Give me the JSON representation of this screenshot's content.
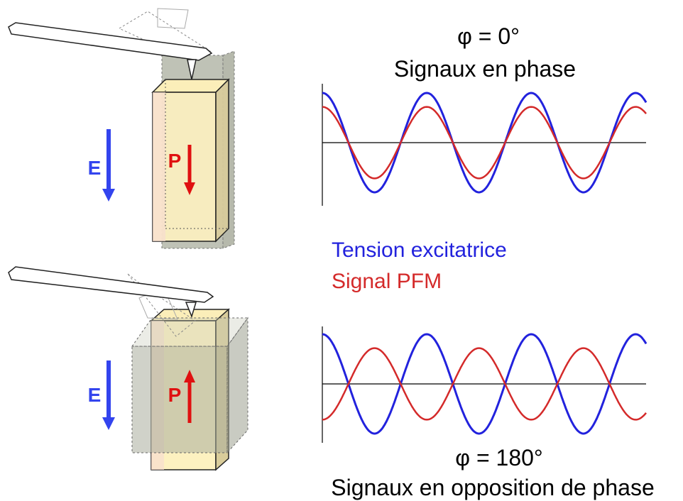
{
  "top_panel": {
    "phase_label": "φ = 0°",
    "caption": "Signaux en phase",
    "field_label": "E",
    "polarization_label": "P",
    "polarization_direction": "down"
  },
  "bottom_panel": {
    "phase_label": "φ = 180°",
    "caption": "Signaux en opposition de phase",
    "field_label": "E",
    "polarization_label": "P",
    "polarization_direction": "up"
  },
  "legend": {
    "excitation": "Tension excitatrice",
    "pfm": "Signal PFM"
  },
  "colors": {
    "excitation": "#2222dd",
    "pfm": "#d42a2a",
    "field_arrow": "#3344ee",
    "polarization_arrow": "#e01010",
    "crystal_front": "#fdf1c0",
    "crystal_side": "#d9cc9a",
    "crystal_back": "#f7ddd0",
    "deformed_volume": "#a9ad9d"
  },
  "signals": {
    "periods_shown": 3.1,
    "excitation_amplitude": 1.0,
    "pfm_amplitude": 0.72,
    "top_phase_deg": 0,
    "bottom_phase_deg": 180
  }
}
